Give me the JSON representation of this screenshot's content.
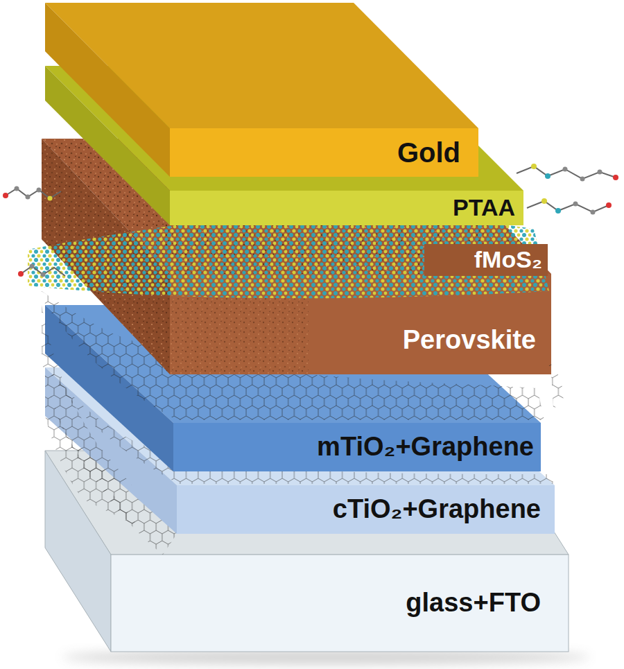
{
  "diagram": {
    "nodes": [
      {
        "text": [
          "Gold"
        ]
      },
      {
        "text": [
          "PTAA"
        ]
      },
      {
        "text": [
          "fMoS₂"
        ]
      },
      {
        "text": [
          "Perovskite"
        ]
      },
      {
        "text": [
          "mTiO₂+Graphene"
        ]
      },
      {
        "text": [
          "cTiO₂+Graphene"
        ]
      },
      {
        "text": [
          "glass+FTO"
        ]
      }
    ]
  }
}
